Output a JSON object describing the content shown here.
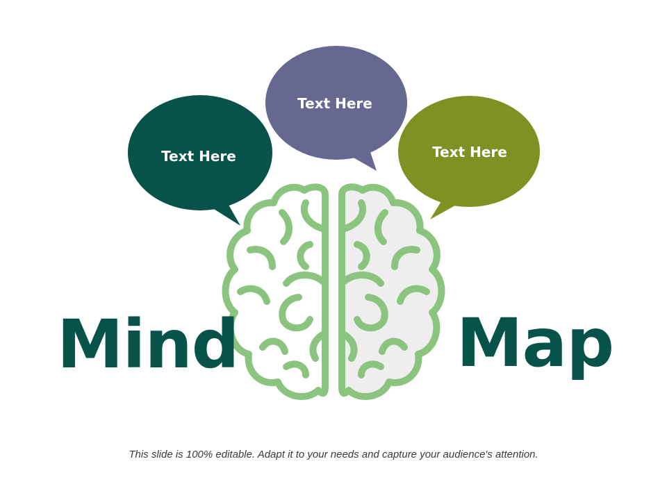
{
  "bubbles": [
    {
      "label": "Text Here",
      "color": "#075249"
    },
    {
      "label": "Text Here",
      "color": "#666891"
    },
    {
      "label": "Text Here",
      "color": "#7f9122"
    }
  ],
  "title_left": "Mind",
  "title_right": "Map",
  "footer": "This slide is 100% editable. Adapt it to your needs and capture your audience's attention.",
  "colors": {
    "title": "#075249",
    "brain_outline": "#8ac47f",
    "brain_fill_right": "#eeeeee",
    "footer_text": "#3a3a3a"
  },
  "icons": [
    "brain-icon"
  ]
}
